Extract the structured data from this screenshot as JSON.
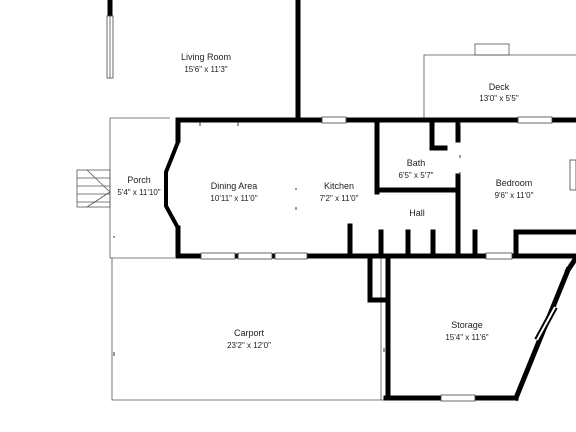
{
  "rooms": {
    "living_room": {
      "name": "Living Room",
      "dims": "15'6\" x 11'3\""
    },
    "deck": {
      "name": "Deck",
      "dims": "13'0\" x 5'5\""
    },
    "porch": {
      "name": "Porch",
      "dims": "5'4\" x 11'10\""
    },
    "dining_area": {
      "name": "Dining Area",
      "dims": "10'11\" x 11'0\""
    },
    "kitchen": {
      "name": "Kitchen",
      "dims": "7'2\" x 11'0\""
    },
    "bath": {
      "name": "Bath",
      "dims": "6'5\" x 5'7\""
    },
    "hall": {
      "name": "Hall",
      "dims": ""
    },
    "bedroom": {
      "name": "Bedroom",
      "dims": "9'6\" x 11'0\""
    },
    "carport": {
      "name": "Carport",
      "dims": "23'2\" x 12'0\""
    },
    "storage": {
      "name": "Storage",
      "dims": "15'4\" x 11'6\""
    }
  }
}
